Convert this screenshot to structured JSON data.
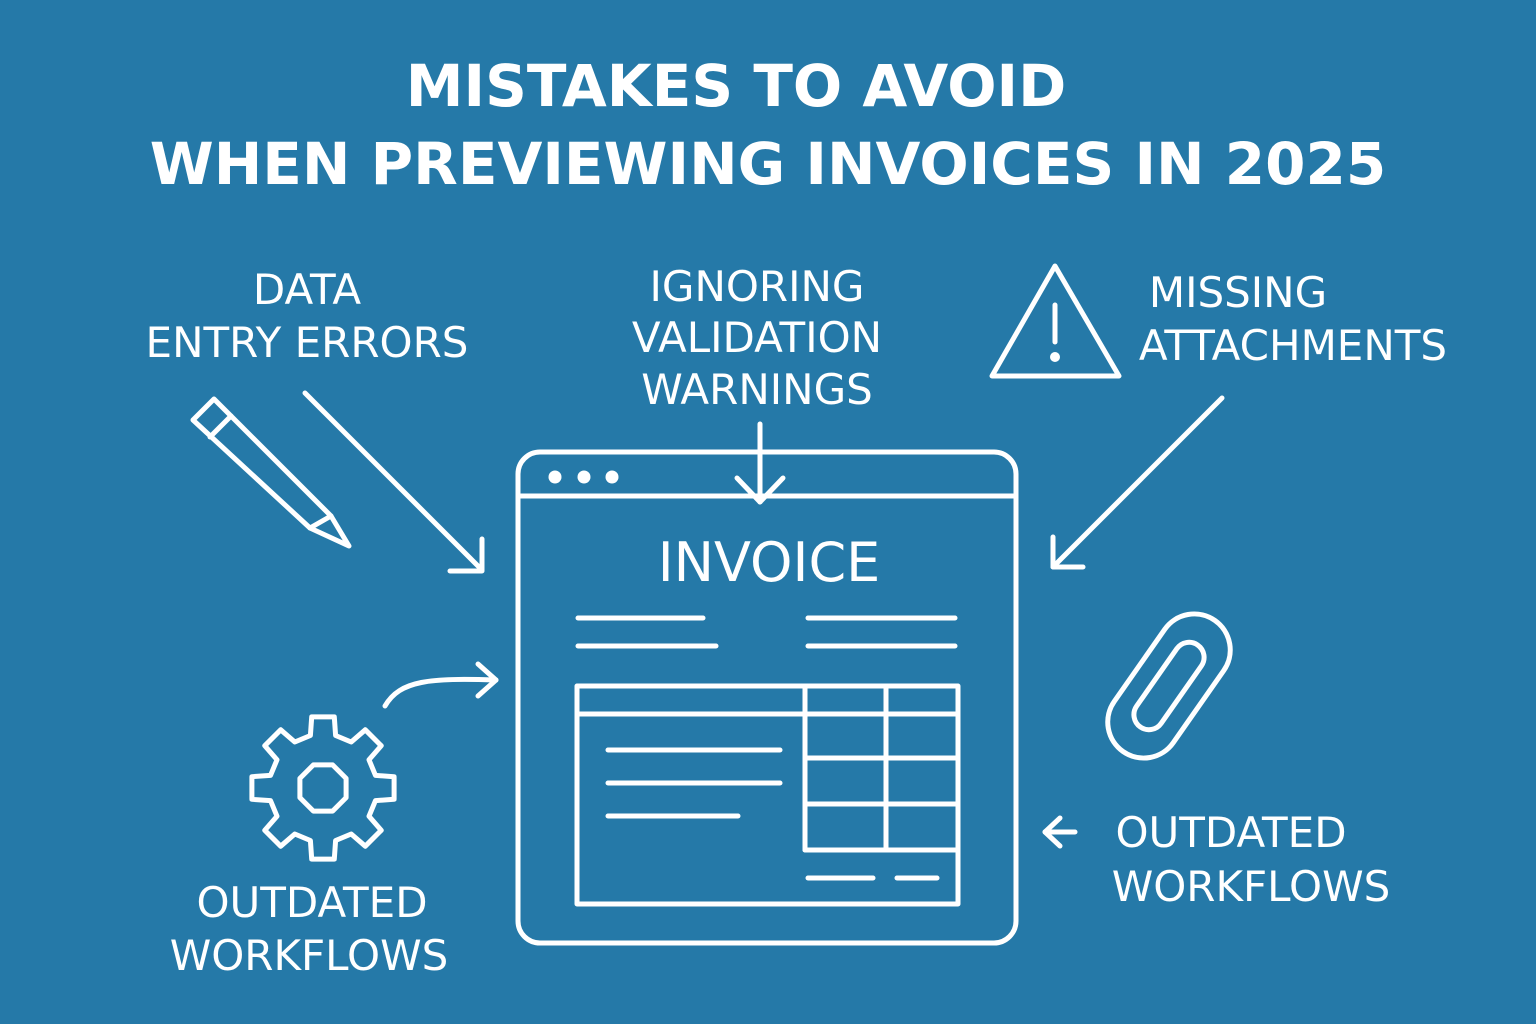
{
  "colors": {
    "background": "#2579a8",
    "foreground": "#ffffff"
  },
  "title": {
    "line1": "MISTAKES TO AVOID",
    "line2": "WHEN PREVIEWING INVOICES IN 2025"
  },
  "labels": {
    "data_entry": {
      "line1": "DATA",
      "line2": "ENTRY ERRORS"
    },
    "validation": {
      "line1": "IGNORING",
      "line2": "VALIDATION",
      "line3": "WARNINGS"
    },
    "attachments": {
      "line1": "MISSING",
      "line2": "ATTACHMENTS"
    },
    "outdated_left": {
      "line1": "OUTDATED",
      "line2": "WORKFLOWS"
    },
    "outdated_right": {
      "line1": "OUTDATED",
      "line2": "WORKFLOWS"
    }
  },
  "invoice": {
    "heading": "INVOICE"
  },
  "icons": {
    "pencil": "pencil-icon",
    "warning": "warning-triangle-icon",
    "gear": "gear-icon",
    "paperclip": "paperclip-icon"
  }
}
